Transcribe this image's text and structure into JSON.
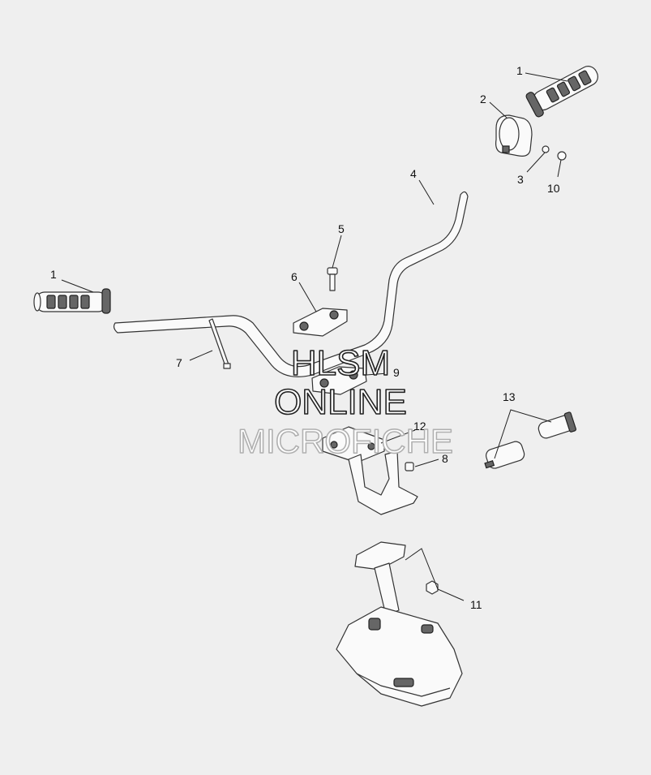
{
  "callouts": [
    {
      "id": "c1a",
      "label": "1"
    },
    {
      "id": "c1b",
      "label": "1"
    },
    {
      "id": "c2",
      "label": "2"
    },
    {
      "id": "c3",
      "label": "3"
    },
    {
      "id": "c4",
      "label": "4"
    },
    {
      "id": "c5",
      "label": "5"
    },
    {
      "id": "c6",
      "label": "6"
    },
    {
      "id": "c7",
      "label": "7"
    },
    {
      "id": "c8",
      "label": "8"
    },
    {
      "id": "c9",
      "label": "9"
    },
    {
      "id": "c10",
      "label": "10"
    },
    {
      "id": "c11",
      "label": "11"
    },
    {
      "id": "c12",
      "label": "12"
    },
    {
      "id": "c13",
      "label": "13"
    }
  ],
  "watermark": {
    "line1": "HLSM",
    "line2": "ONLINE",
    "line3": "MICROFICHE",
    "line3_color": "#b0b0b0",
    "outline_color": "#222222"
  }
}
